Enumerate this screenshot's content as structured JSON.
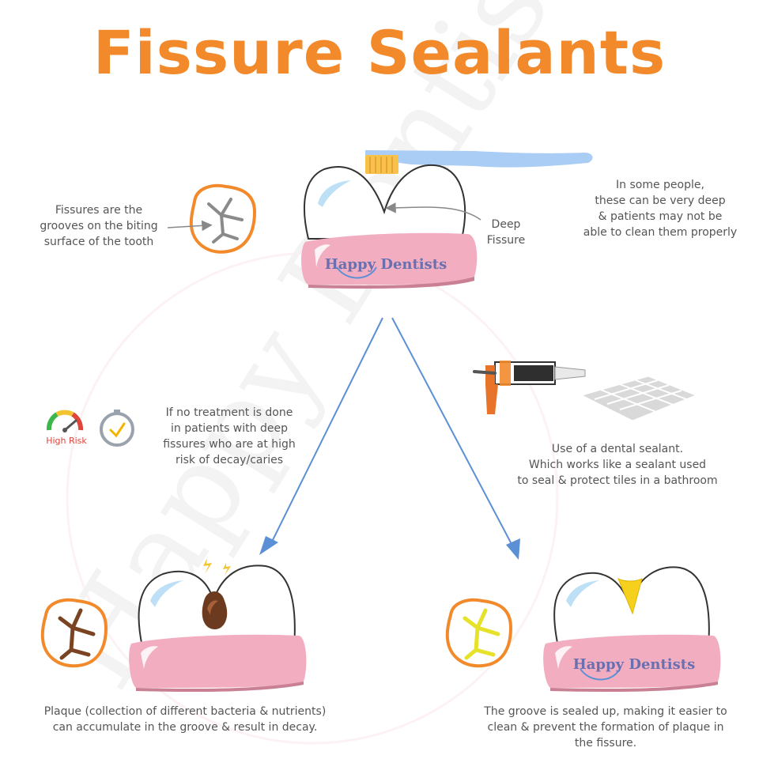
{
  "title": "Fissure Sealants",
  "brand": {
    "watermark": "Happy Dentists",
    "gum_label": "Happy Dentists"
  },
  "labels": {
    "fissure_definition": [
      "Fissures are the",
      "grooves on the biting",
      "surface of the tooth"
    ],
    "deep_fissure": [
      "Deep",
      "Fissure"
    ],
    "deep_note": [
      "In some people,",
      "these can be very deep",
      "& patients may not be",
      "able to clean them properly"
    ],
    "no_treatment": [
      "If no treatment is done",
      "in patients with deep",
      "fissures who are at high",
      "risk of decay/caries"
    ],
    "high_risk": "High Risk",
    "sealant_use": [
      "Use of a dental sealant.",
      "Which works like a sealant used",
      "to seal & protect tiles in a bathroom"
    ],
    "plaque_outcome": [
      "Plaque (collection of different bacteria & nutrients)",
      "can accumulate in the groove & result in decay."
    ],
    "sealed_outcome": [
      "The groove is sealed up, making it easier to",
      "clean & prevent the formation of plaque in",
      "the fissure."
    ]
  },
  "colors": {
    "title": "#f28a2c",
    "ring": "#f28a2c",
    "gum": "#f2aec0",
    "gum_shadow": "#c98095",
    "arrow": "#5b8fd6",
    "toothbrush": "#a9cdf4",
    "bristles": "#f7c24a",
    "decay": "#6b3a1f",
    "crack": "#7a4423",
    "sealant": "#f5d01c",
    "sealed_crack": "#e6e22a",
    "text": "#555555"
  },
  "icons": [
    "toothbrush-icon",
    "cracked-tooth-icon",
    "risk-gauge-icon",
    "stopwatch-icon",
    "sealant-gun-icon",
    "tiles-icon",
    "lightning-icon"
  ]
}
